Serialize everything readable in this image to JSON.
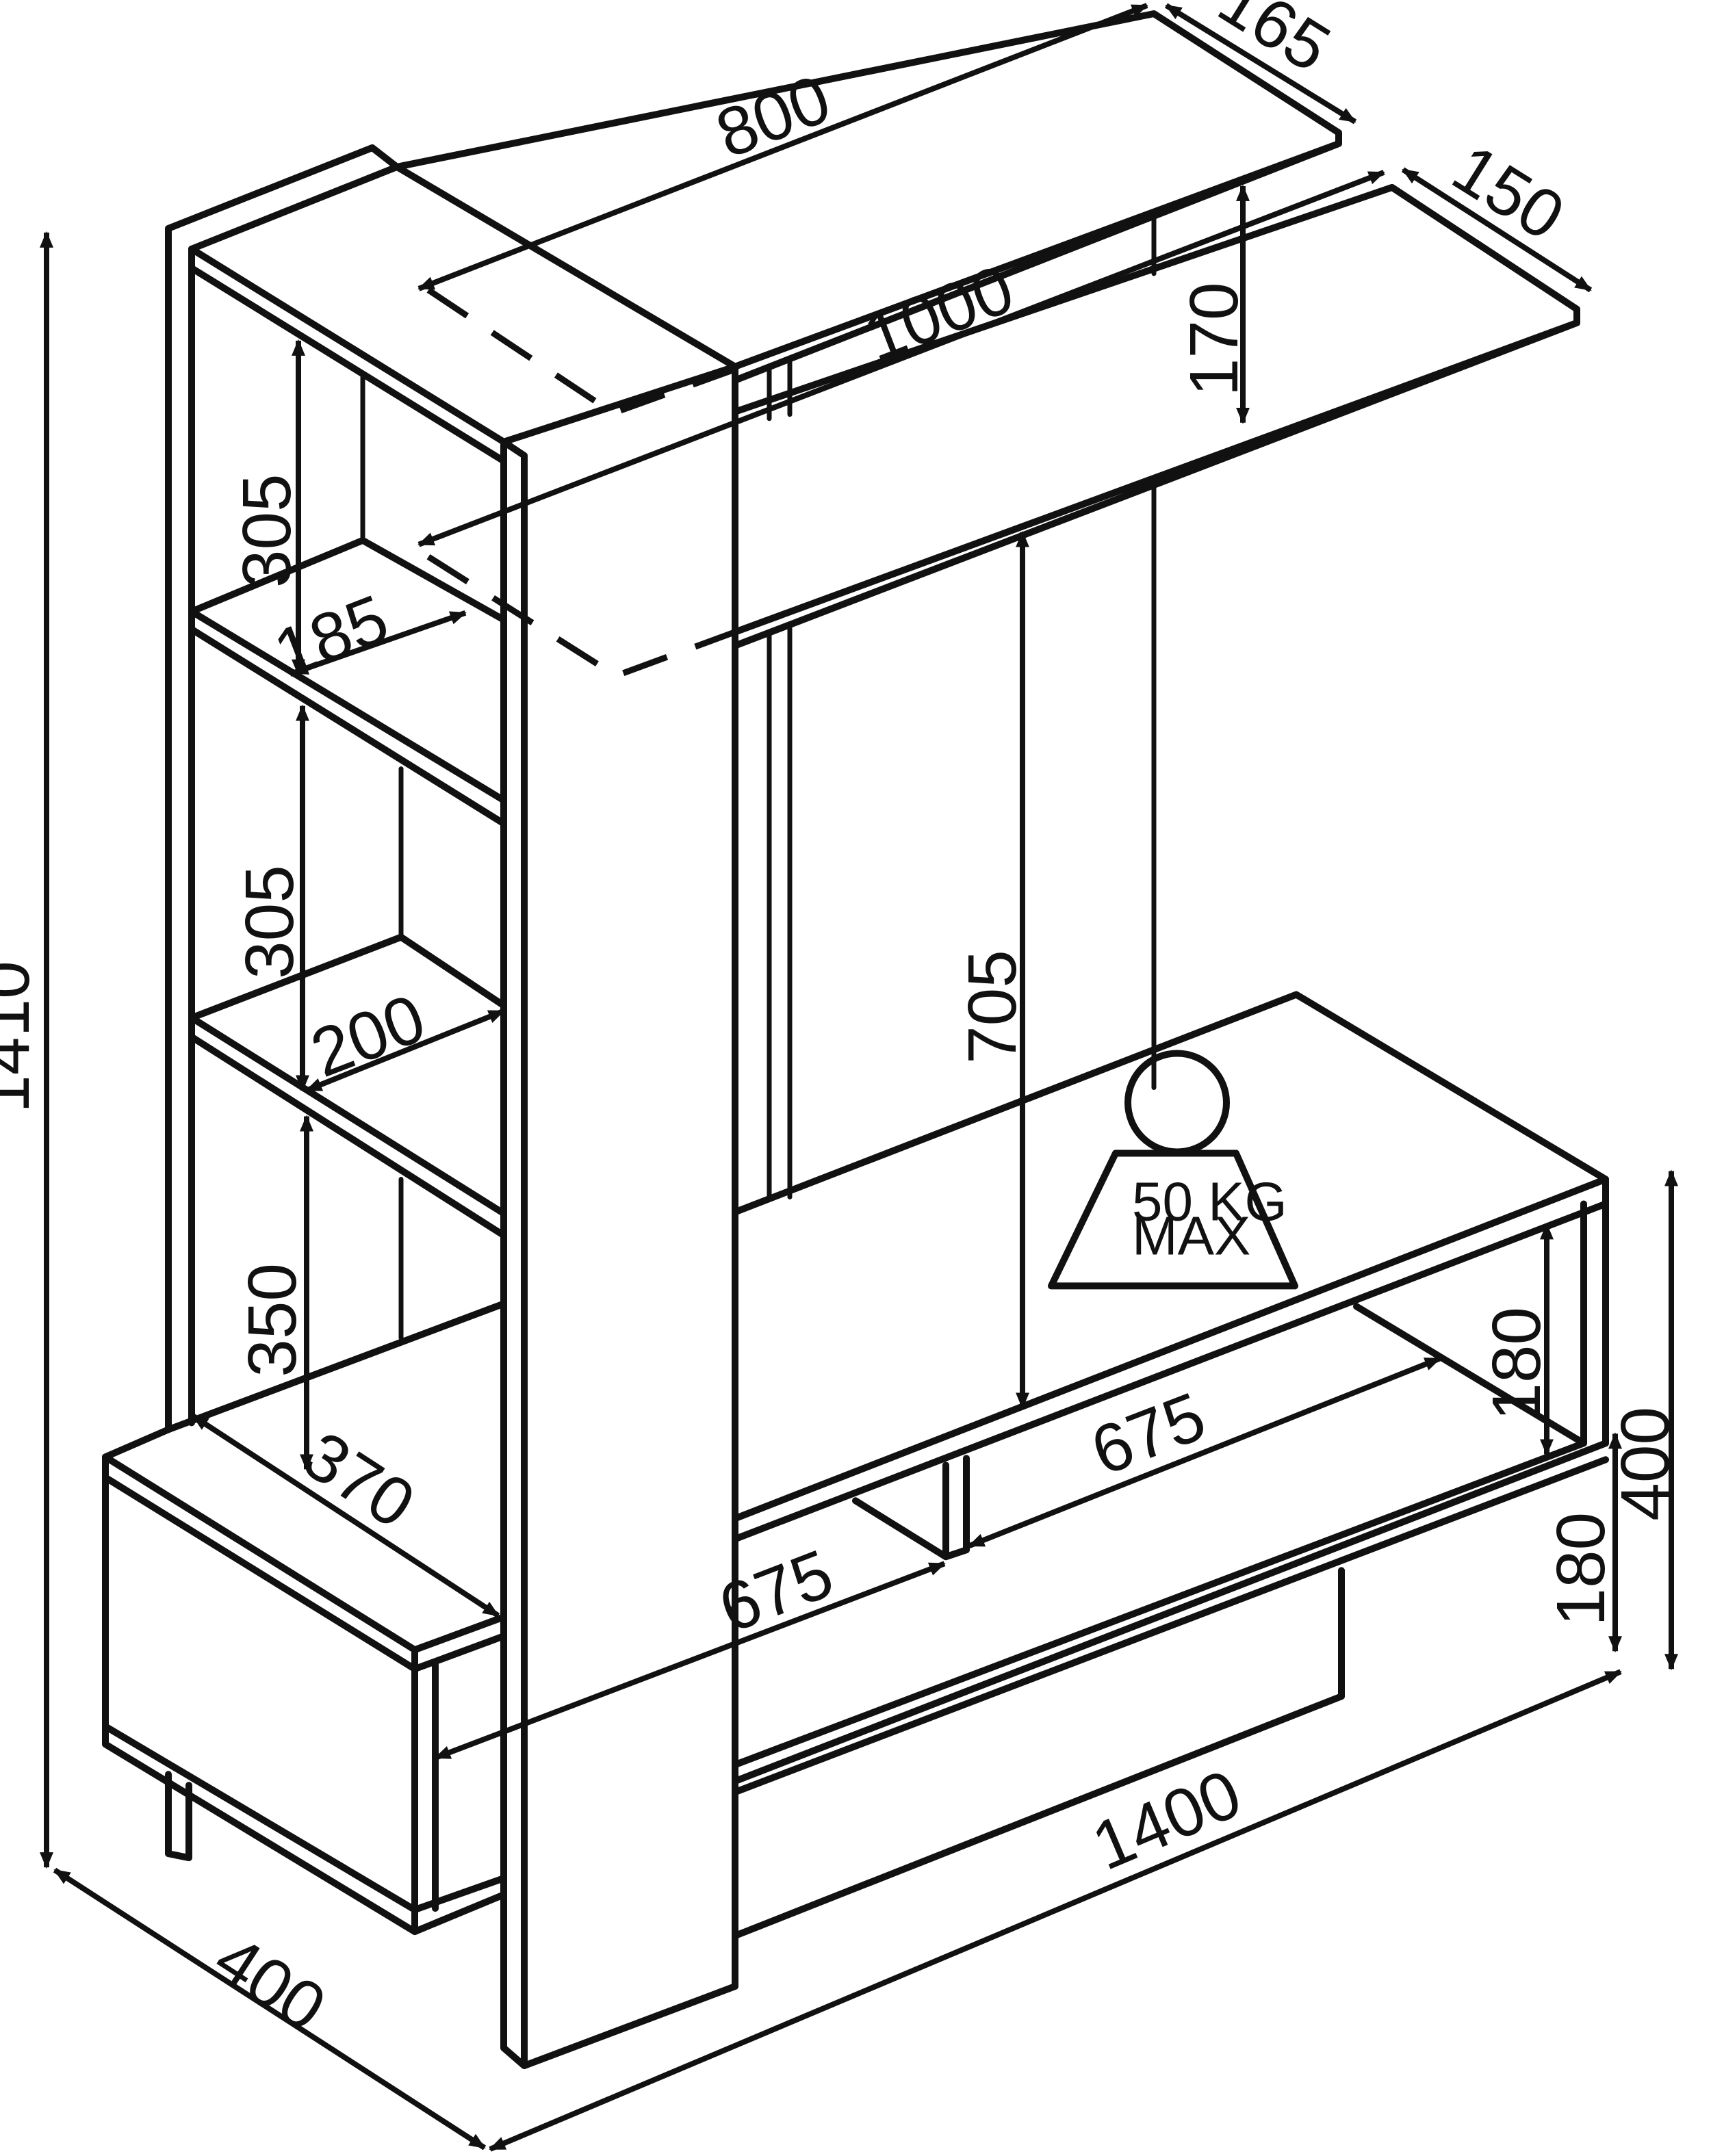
{
  "dimensions": {
    "top_shelf_length": "800",
    "top_shelf_depth": "165",
    "middle_shelf_length": "1000",
    "middle_shelf_depth": "150",
    "shelf_gap": "170",
    "left_shelf_1_height": "305",
    "left_shelf_1_depth": "185",
    "left_shelf_2_height": "305",
    "left_shelf_2_depth": "200",
    "left_shelf_3_height": "350",
    "cabinet_top_depth": "370",
    "total_height": "1410",
    "panel_height": "705",
    "tv_unit_height": "400",
    "tv_upper_compartment": "180",
    "tv_lower_compartment": "180",
    "compartment_width_right": "675",
    "compartment_width_left": "675",
    "total_width": "1400",
    "total_depth": "400"
  },
  "weight_limit": {
    "line1": "50 KG",
    "line2": "MAX"
  }
}
